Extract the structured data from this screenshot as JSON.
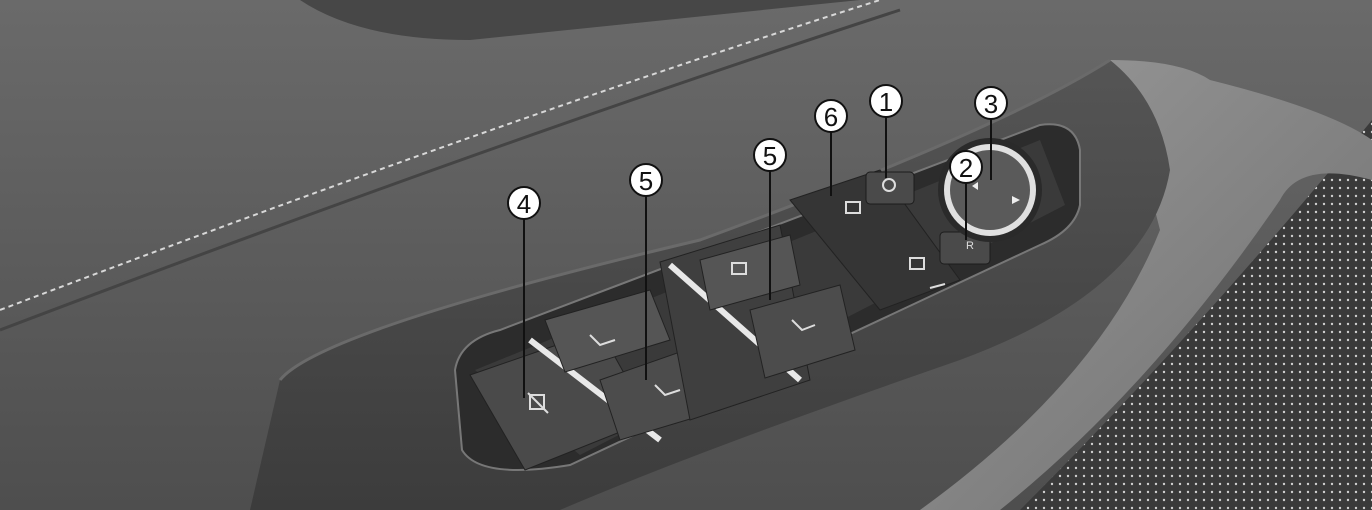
{
  "callouts": [
    {
      "id": "callout-1",
      "label": "1"
    },
    {
      "id": "callout-2",
      "label": "2"
    },
    {
      "id": "callout-3",
      "label": "3"
    },
    {
      "id": "callout-4",
      "label": "4"
    },
    {
      "id": "callout-5a",
      "label": "5"
    },
    {
      "id": "callout-5b",
      "label": "5"
    },
    {
      "id": "callout-6",
      "label": "6"
    }
  ],
  "button_glyphs": {
    "mirror_fold": "R"
  }
}
